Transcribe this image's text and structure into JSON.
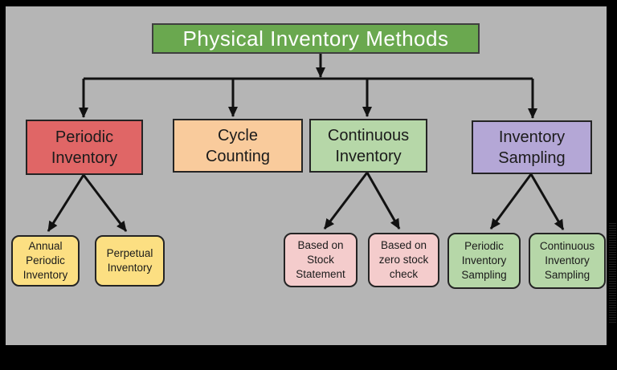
{
  "diagram": {
    "title": {
      "label": "Physical Inventory Methods",
      "fill": "#6aa84f",
      "text_color": "#ffffff"
    },
    "methods": [
      {
        "id": "periodic-inventory",
        "label": "Periodic\nInventory",
        "fill": "#e06666"
      },
      {
        "id": "cycle-counting",
        "label": "Cycle\nCounting",
        "fill": "#f9cb9c"
      },
      {
        "id": "continuous-inventory",
        "label": "Continuous\nInventory",
        "fill": "#b6d7a8"
      },
      {
        "id": "inventory-sampling",
        "label": "Inventory\nSampling",
        "fill": "#b4a7d6"
      }
    ],
    "subtypes": [
      {
        "id": "annual-periodic-inventory",
        "parent": "periodic-inventory",
        "label": "Annual\nPeriodic\nInventory",
        "fill": "#fcdf82"
      },
      {
        "id": "perpetual-inventory",
        "parent": "periodic-inventory",
        "label": "Perpetual\nInventory",
        "fill": "#fcdf82"
      },
      {
        "id": "based-on-stock-statement",
        "parent": "continuous-inventory",
        "label": "Based on\nStock\nStatement",
        "fill": "#f4cccc"
      },
      {
        "id": "based-on-zero-stock-check",
        "parent": "continuous-inventory",
        "label": "Based on\nzero stock\ncheck",
        "fill": "#f4cccc"
      },
      {
        "id": "periodic-inventory-sampling",
        "parent": "inventory-sampling",
        "label": "Periodic\nInventory\nSampling",
        "fill": "#b6d7a8"
      },
      {
        "id": "continuous-inventory-sampling",
        "parent": "inventory-sampling",
        "label": "Continuous\nInventory\nSampling",
        "fill": "#b6d7a8"
      }
    ]
  },
  "colors": {
    "frame": "#000000",
    "canvas_bg": "#b5b5b5",
    "connector": "#111111",
    "node_border": "#242424",
    "title_border": "#3e3e3e"
  }
}
